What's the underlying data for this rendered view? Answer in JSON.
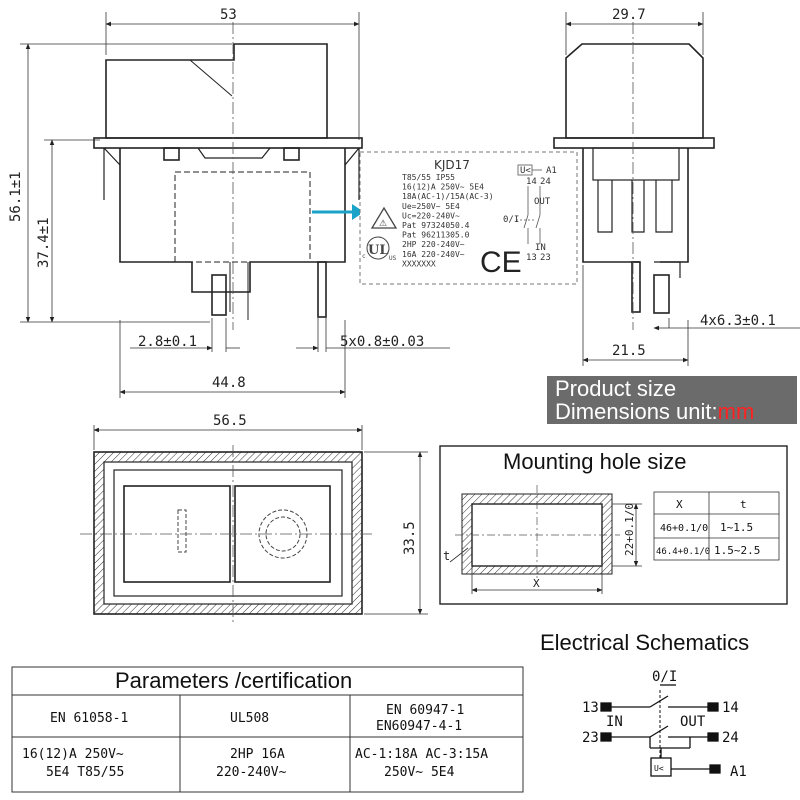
{
  "dimensions": {
    "front_width": "53",
    "side_width": "29.7",
    "total_height": "56.1±1",
    "body_height": "37.4±1",
    "pin_spacing": "2.8±0.1",
    "pin_size": "5x0.8±0.03",
    "base_width": "44.8",
    "pin_tab_size": "4x6.3±0.1",
    "side_base": "21.5",
    "frame_width": "56.5",
    "frame_height": "33.5"
  },
  "label_plate": {
    "model": "KJD17",
    "lines": [
      "T85/55  IP55",
      "16(12)A 250V~  5E4",
      "18A(AC-1)/15A(AC-3)",
      "Ue=250V~  5E4",
      "Uc=220-240V~",
      "Pat 97324050.4",
      "Pat 96211305.0",
      "2HP 220-240V~",
      "16A 220-240V~",
      "XXXXXXX"
    ],
    "terminals": {
      "t14": "14",
      "t24": "24",
      "u": "U<",
      "a1": "A1",
      "out": "OUT",
      "in": "IN",
      "t13": "13",
      "t23": "23",
      "ol": "0/I"
    },
    "ul_mark": "UL",
    "ce_mark": "CE",
    "c_mark": "c",
    "us_mark": "US"
  },
  "banner": {
    "line1": "Product size",
    "line2_prefix": "Dimensions unit:",
    "line2_unit": "mm"
  },
  "mounting": {
    "title": "Mounting hole size",
    "height_label": "22+0.1/0",
    "t_label": "t",
    "x_label": "X",
    "table": {
      "headers": [
        "X",
        "t"
      ],
      "rows": [
        [
          "46+0.1/0",
          "1~1.5"
        ],
        [
          "46.4+0.1/0",
          "1.5~2.5"
        ]
      ]
    }
  },
  "schematic": {
    "title": "Electrical Schematics",
    "switch_label": "0/I",
    "in_label": "IN",
    "out_label": "OUT",
    "t13": "13",
    "t14": "14",
    "t23": "23",
    "t24": "24",
    "coil": "U<",
    "a1": "A1"
  },
  "parameters": {
    "title": "Parameters /certification",
    "row1": [
      "EN 61058-1",
      "UL508",
      "EN 60947-1",
      "EN60947-4-1"
    ],
    "row2": [
      "16(12)A 250V~",
      "5E4 T85/55",
      "2HP 16A",
      "220-240V~",
      "AC-1:18A AC-3:15A",
      "250V~   5E4"
    ]
  }
}
